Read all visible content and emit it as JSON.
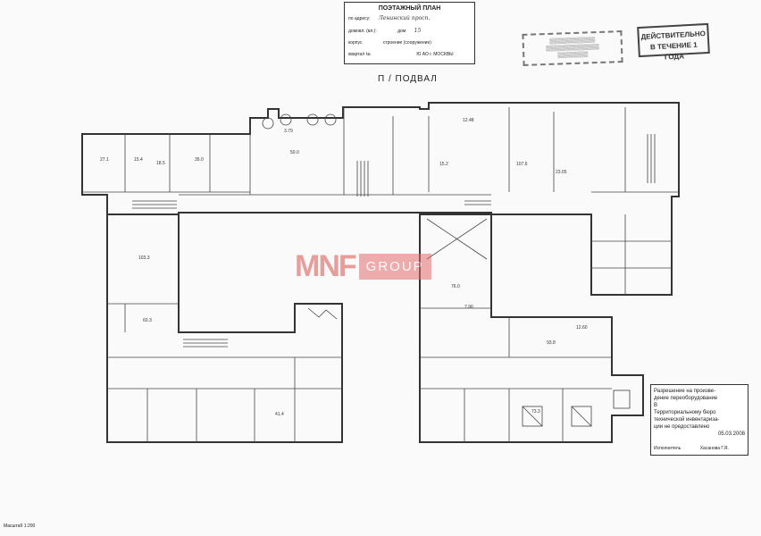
{
  "title_block": {
    "heading": "ПОЭТАЖНЫЙ ПЛАН",
    "address_label": "по адресу:",
    "address_value": "Ленинский просп.",
    "house_label": "домовл. (вл.):",
    "dom_label": "дом",
    "dom_value": "15",
    "korpus_label": "корпус",
    "stroenie_label": "строение (сооружение)",
    "kvartal_label": "квартал №",
    "district_value": "Ю АО г. МОСКВЫ"
  },
  "stamps": {
    "validity": "ДЕЙСТВИТЕЛЬНО В ТЕЧЕНИЕ 1 ГОДА"
  },
  "floor_title": "П / ПОДВАЛ",
  "watermark": {
    "brand": "MNF",
    "group": "GROUP",
    "color": "#d9534f"
  },
  "approval": {
    "line1": "Разрешение на произве-",
    "line2": "дение переоборудование",
    "line3": "В",
    "line4": "Территориальному бюро",
    "line5": "технической инвентариза-",
    "line6": "ции не предоставлено",
    "date": "05.03.2008",
    "executor_label": "Исполнитель",
    "executor_name": "Хасанова Г.Я."
  },
  "scale": "Масштаб 1:200",
  "rooms": [
    {
      "id": "r1",
      "label": "27.1"
    },
    {
      "id": "r2",
      "label": "15.4"
    },
    {
      "id": "r3",
      "label": "18.5"
    },
    {
      "id": "r4",
      "label": "35.0"
    },
    {
      "id": "r5",
      "label": "50.0"
    },
    {
      "id": "r6",
      "label": "12.48"
    },
    {
      "id": "r7",
      "label": "107.6"
    },
    {
      "id": "r8",
      "label": "15.2"
    },
    {
      "id": "r9",
      "label": "23.65"
    },
    {
      "id": "r10",
      "label": "103.3"
    },
    {
      "id": "r11",
      "label": "76.0"
    },
    {
      "id": "r12",
      "label": "60.3"
    },
    {
      "id": "r13",
      "label": "7.96"
    },
    {
      "id": "r14",
      "label": "93.8"
    },
    {
      "id": "r15",
      "label": "12.60"
    },
    {
      "id": "r16",
      "label": "41.4"
    },
    {
      "id": "r17",
      "label": "73.3"
    },
    {
      "id": "r18",
      "label": "3.79"
    }
  ]
}
